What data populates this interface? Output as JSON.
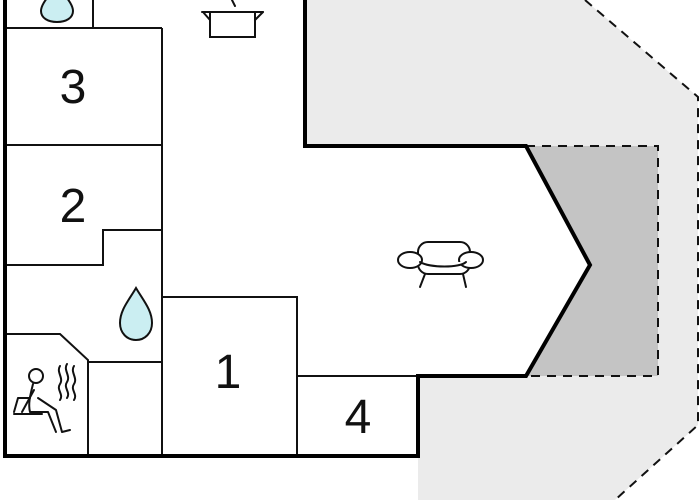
{
  "floor_plan": {
    "rooms": [
      {
        "id": "room-1",
        "label": "1"
      },
      {
        "id": "room-2",
        "label": "2"
      },
      {
        "id": "room-3",
        "label": "3"
      },
      {
        "id": "room-4",
        "label": "4"
      }
    ],
    "icons": [
      "water-drop-icon",
      "cooking-pot-icon",
      "armchair-icon",
      "sauna-icon"
    ],
    "colors": {
      "outdoor_area": "#ebebeb",
      "covered_terrace": "#c4c4c4",
      "water": "#cbeef2",
      "wall": "#000000"
    }
  }
}
